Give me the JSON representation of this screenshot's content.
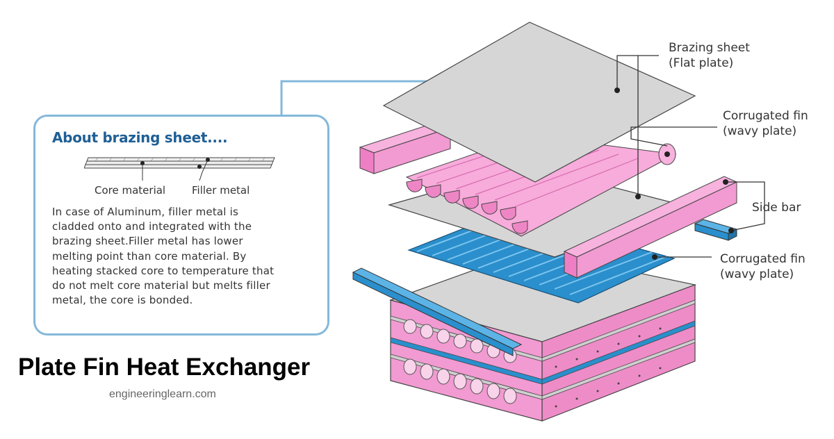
{
  "info_box": {
    "title": "About brazing sheet....",
    "layer_labels": [
      "Core material",
      "Filler metal"
    ],
    "body_lines": [
      "In case of Aluminum, filler metal is",
      "cladded onto and integrated with the",
      "brazing sheet.Filler metal has lower",
      "melting point than core material. By",
      "heating stacked core to temperature that",
      "do not melt core material but melts filler",
      "metal, the core is bonded."
    ]
  },
  "callouts": {
    "brazing_sheet": [
      "Brazing sheet",
      "(Flat plate)"
    ],
    "corrugated_fin_upper": [
      "Corrugated fin",
      "(wavy plate)"
    ],
    "side_bar": [
      "Side bar"
    ],
    "corrugated_fin_lower": [
      "Corrugated fin",
      "(wavy plate)"
    ]
  },
  "main_title": "Plate Fin Heat Exchanger",
  "website": "engineeringlearn.com",
  "colors": {
    "plate_grey": "#d6d6d6",
    "fin_pink": "#f295cf",
    "bar_blue": "#2a8fcc",
    "box_border": "#84b8da",
    "title_blue": "#1f5f95"
  }
}
